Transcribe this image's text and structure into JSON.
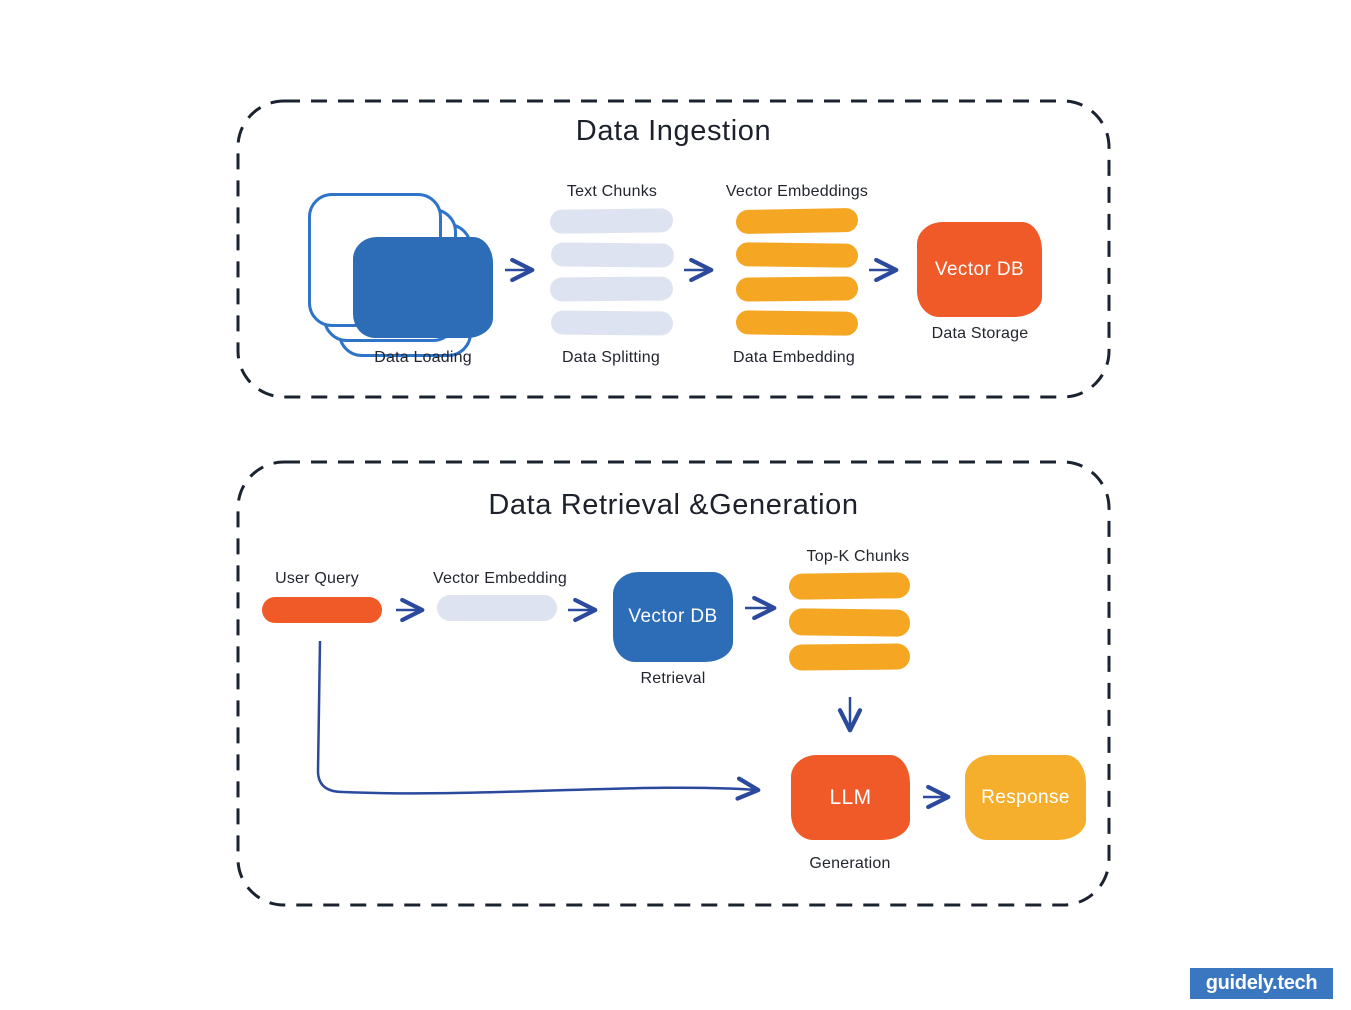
{
  "sections": {
    "ingestion": {
      "title": "Data Ingestion",
      "data_loading": {
        "label": "Data Loading"
      },
      "data_splitting": {
        "top_label": "Text Chunks",
        "label": "Data Splitting"
      },
      "data_embedding": {
        "top_label": "Vector Embeddings",
        "label": "Data Embedding"
      },
      "data_storage": {
        "box_text": "Vector DB",
        "label": "Data Storage"
      }
    },
    "retrieval": {
      "title": "Data Retrieval &Generation",
      "user_query": {
        "top_label": "User Query"
      },
      "vector_embedding": {
        "top_label": "Vector Embedding"
      },
      "retrieval_db": {
        "box_text": "Vector DB",
        "label": "Retrieval"
      },
      "top_k": {
        "top_label": "Top-K Chunks"
      },
      "llm": {
        "box_text": "LLM",
        "label": "Generation"
      },
      "response": {
        "box_text": "Response"
      }
    }
  },
  "footer": {
    "logo_text": "guidely.tech"
  },
  "colors": {
    "background": "#ffffff",
    "panel_dash": "#1b2330",
    "arrow": "#2c4a9d",
    "blue_fill": "#2d6cb6",
    "blue_outline": "#2e74c8",
    "gray_bar": "#dee3f1",
    "amber_bar": "#f5a623",
    "orange_box": "#ef5a28",
    "yellow_box": "#f5af2d",
    "logo_background": "#3b76c1",
    "text": "#20242e"
  }
}
